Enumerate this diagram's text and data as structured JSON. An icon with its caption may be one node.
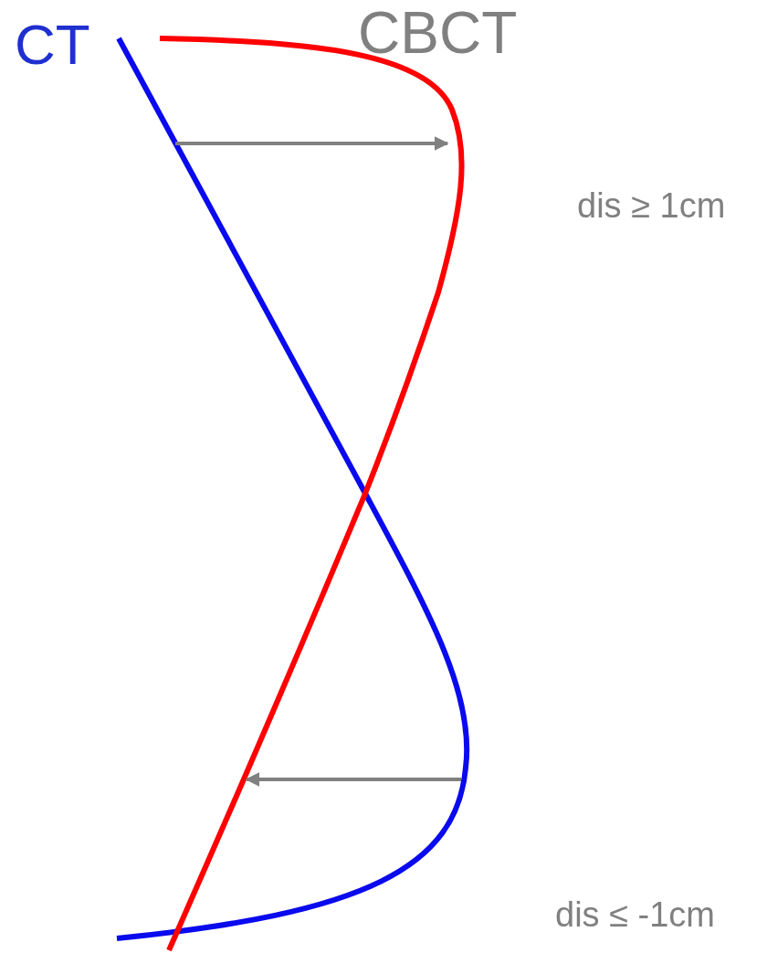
{
  "diagram": {
    "labels": [
      "CT",
      "CBCT",
      "dis ≥ 1cm",
      "dis ≤ -1cm"
    ]
  }
}
